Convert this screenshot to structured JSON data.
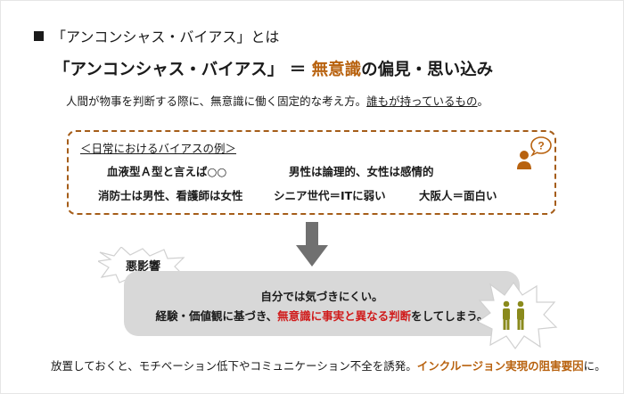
{
  "heading": {
    "text": "「アンコンシャス・バイアス」とは"
  },
  "title": {
    "prefix": "「アンコンシャス・バイアス」 ＝ ",
    "accent": "無意識",
    "suffix": "の偏見・思い込み"
  },
  "lead": {
    "text": "人間が物事を判断する際に、無意識に働く固定的な考え方。",
    "underlined": "誰もが持っているもの",
    "end": "。"
  },
  "examples": {
    "title": "＜日常におけるバイアスの例＞",
    "items": [
      "血液型Ａ型と言えば○○",
      "男性は論理的、女性は感情的",
      "消防士は男性、看護師は女性",
      "シニア世代＝ITに弱い",
      "大阪人＝面白い"
    ]
  },
  "effect": {
    "label": "悪影響",
    "line1": "自分では気づきにくい。",
    "line2_before": "経験・価値観に基づき、",
    "line2_red": "無意識に事実と異なる判断",
    "line2_after": "をしてしまう。"
  },
  "conclusion": {
    "text": "放置しておくと、モチベーション低下やコミュニケーション不全を誘発。",
    "accent": "インクルージョン実現の阻害要因",
    "end": "に。"
  },
  "colors": {
    "accent": "#b8620f",
    "dashed_border": "#a55d19",
    "warning_red": "#d01b1b",
    "effect_bg": "#d8d8d8",
    "people": "#8a8a1c"
  },
  "icons": {
    "person": "person-with-question-bubble-icon",
    "arrow": "down-arrow-icon",
    "people": "two-people-icon"
  }
}
